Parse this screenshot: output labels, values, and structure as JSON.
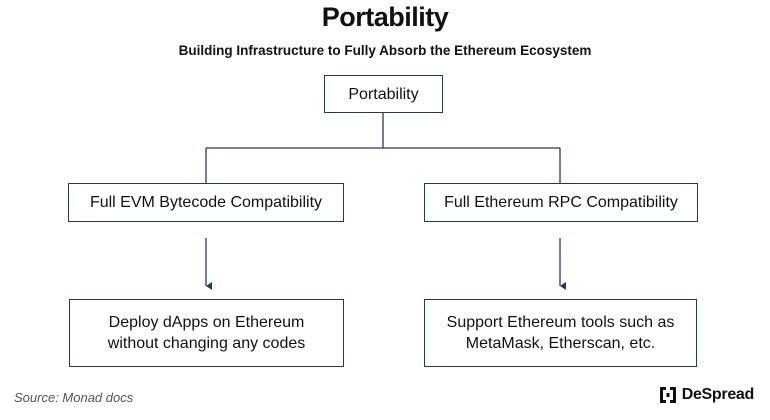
{
  "header": {
    "title": "Portability",
    "subtitle": "Building Infrastructure to Fully Absorb the Ethereum Ecosystem"
  },
  "diagram": {
    "root": {
      "label": "Portability"
    },
    "branches": [
      {
        "label": "Full EVM Bytecode Compatibility",
        "detail": [
          "Deploy dApps on Ethereum",
          "without changing any codes"
        ]
      },
      {
        "label": "Full Ethereum RPC Compatibility",
        "detail": [
          "Support Ethereum tools such as",
          "MetaMask, Etherscan, etc."
        ]
      }
    ],
    "colors": {
      "line": "#1f3b57",
      "box_border": "#1f3b57"
    }
  },
  "footer": {
    "source": "Source: Monad docs",
    "brand": "DeSpread",
    "brand_icon": "despread-logo-icon"
  }
}
